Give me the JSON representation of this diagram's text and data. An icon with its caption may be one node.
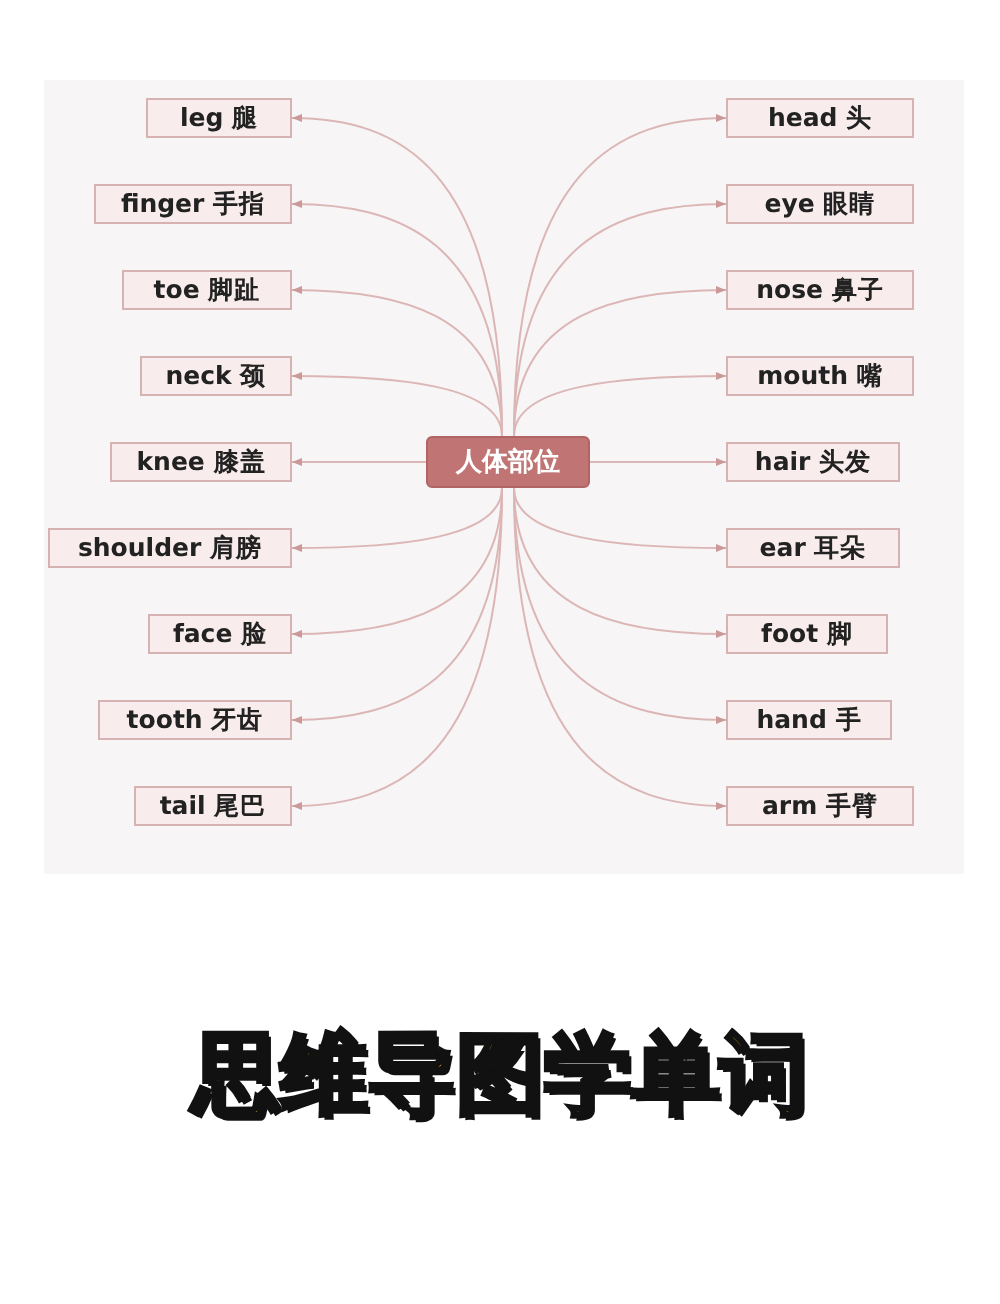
{
  "diagram": {
    "caption": "思维导图学单词",
    "nodes": [
      {
        "text": [
          "人体部位"
        ]
      },
      {
        "text": [
          "leg 腿"
        ]
      },
      {
        "text": [
          "finger 手指"
        ]
      },
      {
        "text": [
          "toe 脚趾"
        ]
      },
      {
        "text": [
          "neck 颈"
        ]
      },
      {
        "text": [
          "knee 膝盖"
        ]
      },
      {
        "text": [
          "shoulder 肩膀"
        ]
      },
      {
        "text": [
          "face 脸"
        ]
      },
      {
        "text": [
          "tooth 牙齿"
        ]
      },
      {
        "text": [
          "tail 尾巴"
        ]
      },
      {
        "text": [
          "head 头"
        ]
      },
      {
        "text": [
          "eye 眼睛"
        ]
      },
      {
        "text": [
          "nose 鼻子"
        ]
      },
      {
        "text": [
          "mouth 嘴"
        ]
      },
      {
        "text": [
          "hair 头发"
        ]
      },
      {
        "text": [
          "ear 耳朵"
        ]
      },
      {
        "text": [
          "foot 脚"
        ]
      },
      {
        "text": [
          "hand 手"
        ]
      },
      {
        "text": [
          "arm 手臂"
        ]
      }
    ],
    "edges": [
      {
        "from": 0,
        "to": 1,
        "arrow": "to"
      },
      {
        "from": 0,
        "to": 2,
        "arrow": "to"
      },
      {
        "from": 0,
        "to": 3,
        "arrow": "to"
      },
      {
        "from": 0,
        "to": 4,
        "arrow": "to"
      },
      {
        "from": 0,
        "to": 5,
        "arrow": "to"
      },
      {
        "from": 0,
        "to": 6,
        "arrow": "to"
      },
      {
        "from": 0,
        "to": 7,
        "arrow": "to"
      },
      {
        "from": 0,
        "to": 8,
        "arrow": "to"
      },
      {
        "from": 0,
        "to": 9,
        "arrow": "to"
      },
      {
        "from": 0,
        "to": 10,
        "arrow": "to"
      },
      {
        "from": 0,
        "to": 11,
        "arrow": "to"
      },
      {
        "from": 0,
        "to": 12,
        "arrow": "to"
      },
      {
        "from": 0,
        "to": 13,
        "arrow": "to"
      },
      {
        "from": 0,
        "to": 14,
        "arrow": "to"
      },
      {
        "from": 0,
        "to": 15,
        "arrow": "to"
      },
      {
        "from": 0,
        "to": 16,
        "arrow": "to"
      },
      {
        "from": 0,
        "to": 17,
        "arrow": "to"
      },
      {
        "from": 0,
        "to": 18,
        "arrow": "to"
      }
    ]
  }
}
